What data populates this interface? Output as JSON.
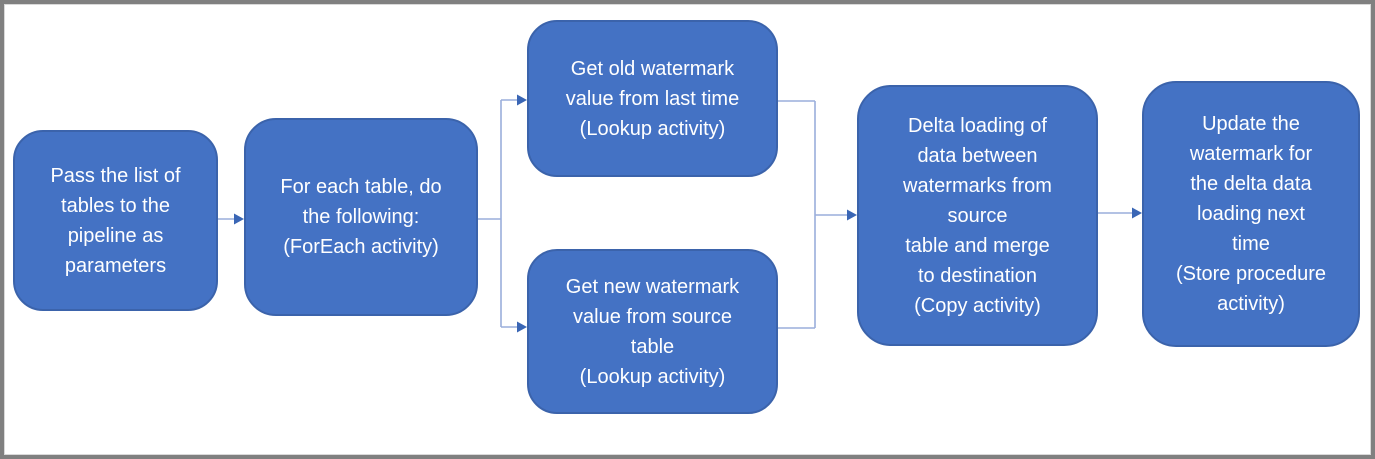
{
  "diagram": {
    "nodes": [
      {
        "name": "pass-table-list",
        "text": "Pass the list of\ntables to the\npipeline as\nparameters"
      },
      {
        "name": "foreach-table",
        "text": "For each table, do\nthe following:\n(ForEach activity)"
      },
      {
        "name": "get-old-watermark",
        "text": "Get old watermark\nvalue from last time\n(Lookup activity)"
      },
      {
        "name": "get-new-watermark",
        "text": "Get new watermark\nvalue from source\ntable\n(Lookup activity)"
      },
      {
        "name": "delta-loading",
        "text": "Delta loading of\ndata between\nwatermarks from\nsource\ntable and merge\nto destination\n(Copy activity)"
      },
      {
        "name": "update-watermark",
        "text": "Update the\nwatermark for\nthe delta data\nloading next\ntime\n(Store procedure\nactivity)"
      }
    ],
    "colors": {
      "node_fill": "#4472C4",
      "node_border": "#3B63AB",
      "node_text": "#FFFFFF",
      "connector_line": "#9AAEDB",
      "connector_arrow": "#3A66B5",
      "frame_border": "#808080",
      "background": "#FFFFFF"
    }
  }
}
